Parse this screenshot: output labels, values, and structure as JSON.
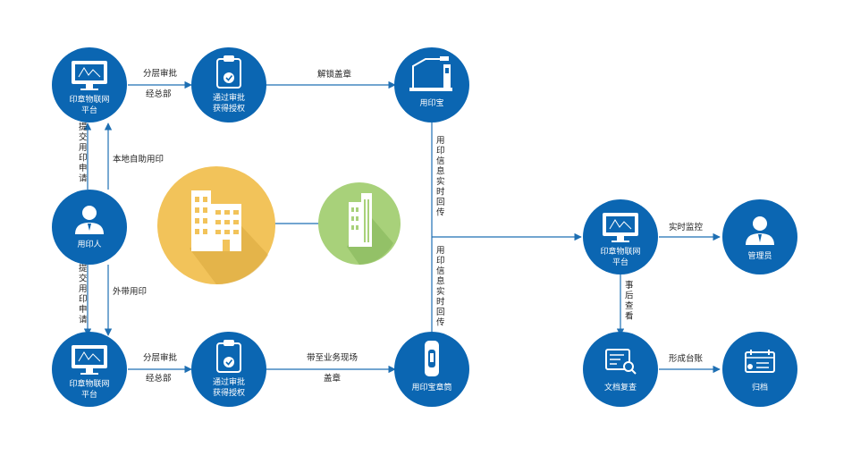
{
  "colors": {
    "node": "#0b66b2",
    "arrow": "#1e6fb3",
    "building_large": "#f2c35a",
    "building_small": "#a8d17a"
  },
  "nodes": {
    "platform_top": {
      "line1": "印章物联网",
      "line2": "平台",
      "icon": "monitor-icon"
    },
    "approve_top": {
      "line1": "通过审批",
      "line2": "获得授权",
      "icon": "clipboard-check-icon"
    },
    "seal_box": {
      "line1": "用印宝",
      "icon": "seal-device-icon"
    },
    "user": {
      "line1": "用印人",
      "icon": "person-icon"
    },
    "platform_bottom": {
      "line1": "印章物联网",
      "line2": "平台",
      "icon": "monitor-icon"
    },
    "approve_bottom": {
      "line1": "通过审批",
      "line2": "获得授权",
      "icon": "clipboard-check-icon"
    },
    "seal_tube": {
      "line1": "用印宝章筒",
      "icon": "seal-tube-icon"
    },
    "platform_right": {
      "line1": "印章物联网",
      "line2": "平台",
      "icon": "monitor-icon"
    },
    "manager": {
      "line1": "管理员",
      "icon": "manager-icon"
    },
    "doc_review": {
      "line1": "文档复查",
      "icon": "document-search-icon"
    },
    "archive": {
      "line1": "归档",
      "icon": "archive-icon"
    }
  },
  "edges": {
    "top_layer_approval": {
      "line1": "分层审批",
      "line2": "经总部"
    },
    "unlock": {
      "line1": "解锁盖章"
    },
    "submit_top": {
      "text": "提交用印申请"
    },
    "local_self": {
      "line1": "本地自助用印"
    },
    "seal_info_up": {
      "text": "用印信息实时回传"
    },
    "seal_info_down": {
      "text": "用印信息实时回传"
    },
    "realtime_monitor": {
      "line1": "实时监控"
    },
    "submit_bottom": {
      "text": "提交用印申请"
    },
    "carry_out": {
      "line1": "外带用印"
    },
    "bottom_layer_approval": {
      "line1": "分层审批",
      "line2": "经总部"
    },
    "bring_site": {
      "line1": "带至业务现场",
      "line2": "盖章"
    },
    "post_check": {
      "text": "事后查看"
    },
    "form_ledger": {
      "line1": "形成台账"
    }
  }
}
